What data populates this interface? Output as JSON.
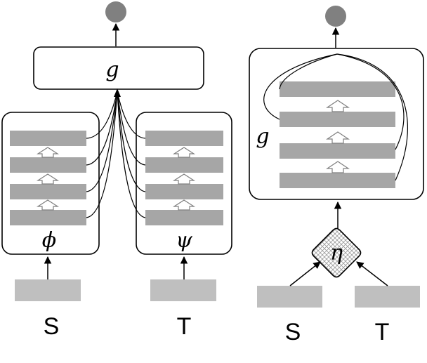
{
  "left_model": {
    "head_label": "g",
    "source_encoder_label": "ϕ",
    "target_encoder_label": "ψ",
    "source_input_label": "S",
    "target_input_label": "T"
  },
  "right_model": {
    "head_label": "g",
    "fusion_label": "η",
    "source_input_label": "S",
    "target_input_label": "T"
  },
  "colors": {
    "layer": "#a6a6a6",
    "input": "#bfbfbf",
    "output_node": "#808080",
    "fusion_hatch": "#9a9a9a"
  }
}
